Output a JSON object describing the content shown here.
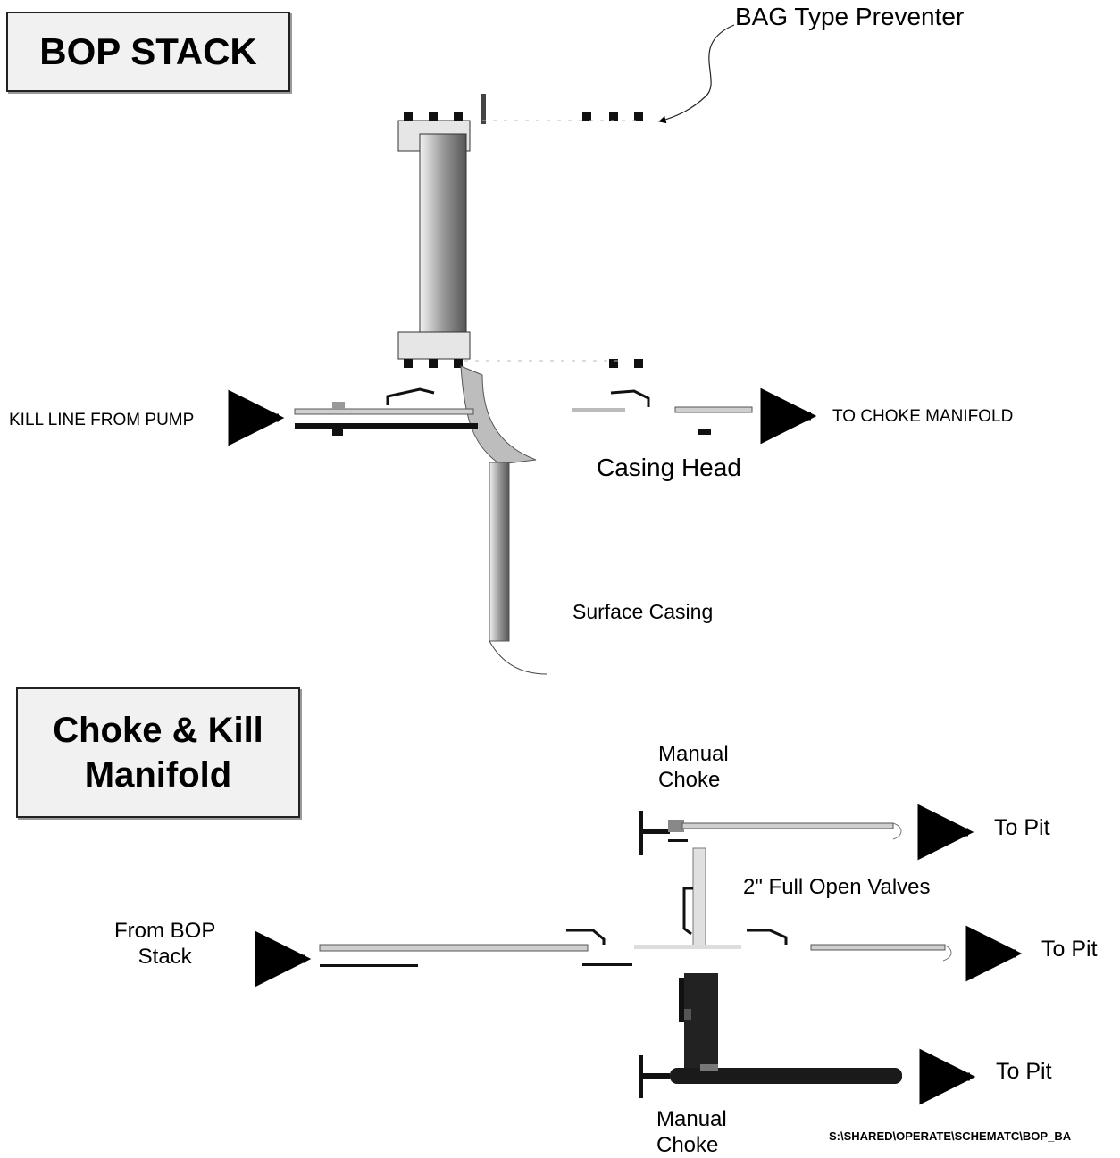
{
  "bop_stack": {
    "title": "BOP STACK",
    "bag_label": "BAG Type Preventer",
    "kill_line_label": "KILL LINE FROM PUMP",
    "to_choke_label": "TO CHOKE MANIFOLD",
    "casing_head_label": "Casing Head",
    "surface_casing_label": "Surface Casing"
  },
  "manifold": {
    "title_line1": "Choke & Kill",
    "title_line2": "Manifold",
    "manual_choke_top_line1": "Manual",
    "manual_choke_top_line2": "Choke",
    "to_pit_1": "To Pit",
    "valves_label": "2\" Full Open Valves",
    "from_bop_line1": "From BOP",
    "from_bop_line2": "Stack",
    "to_pit_2": "To Pit",
    "to_pit_3": "To Pit",
    "manual_choke_bottom_line1": "Manual",
    "manual_choke_bottom_line2": "Choke"
  },
  "file_path": "S:\\SHARED\\OPERATE\\SCHEMATC\\BOP_BA"
}
